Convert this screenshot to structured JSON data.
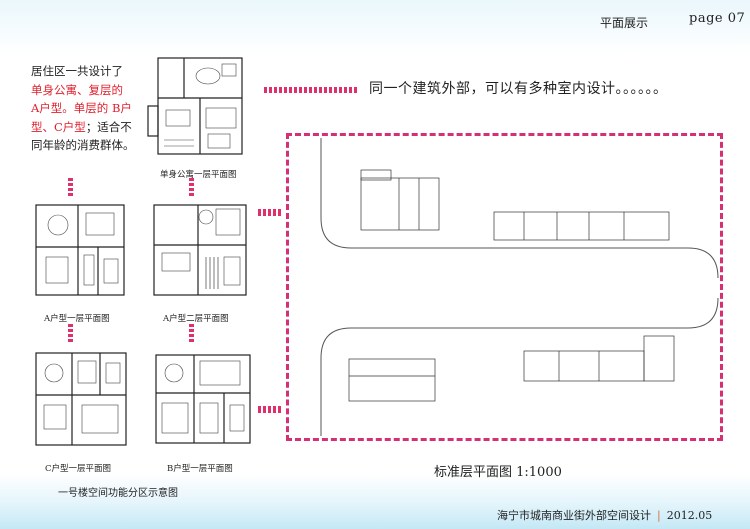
{
  "header": {
    "section": "平面展示",
    "page": "page 07"
  },
  "intro": {
    "line1": "居住区一共设计了",
    "line2_red": "单身公寓、复层的",
    "line3_red_a": "A户型。单层的 B户",
    "line4_red": "型、C户型",
    "line4_black": "；适合不",
    "line5": "同年龄的消费群体。"
  },
  "plans": {
    "single": "单身公寓一层平面图",
    "a1": "A户型一层平面图",
    "a2": "A户型二层平面图",
    "c1": "C户型一层平面图",
    "b1": "B户型一层平面图"
  },
  "plans_group_title": "一号楼空间功能分区示意图",
  "headline": "同一个建筑外部，可以有多种室内设计。。。。。。",
  "site_plan_title": "标准层平面图 1:1000",
  "footer": {
    "project": "海宁市城南商业街外部空间设计",
    "date": "2012.05"
  },
  "colors": {
    "accent": "#d63074",
    "red_text": "#e0202e"
  }
}
